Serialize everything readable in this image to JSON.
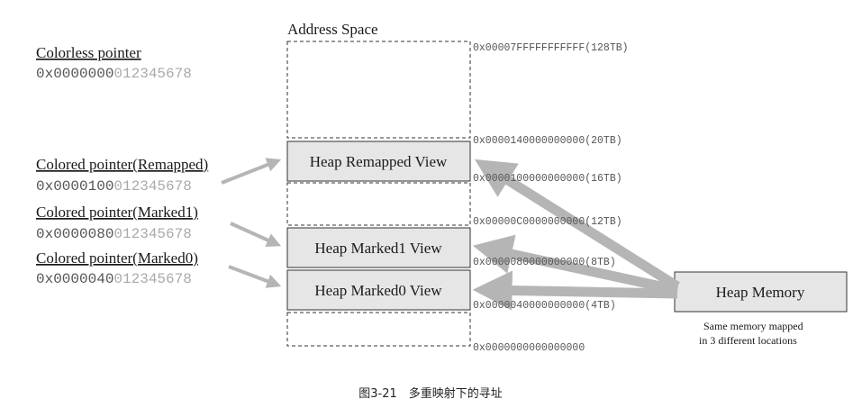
{
  "title": "Address Space",
  "pointers": {
    "colorless": {
      "label": "Colorless pointer",
      "prefix": "0x0000000",
      "value": "012345678"
    },
    "remapped": {
      "label": "Colored pointer(Remapped)",
      "prefix": "0x0000100",
      "value": "012345678"
    },
    "marked1": {
      "label": "Colored pointer(Marked1)",
      "prefix": "0x0000080",
      "value": "012345678"
    },
    "marked0": {
      "label": "Colored pointer(Marked0)",
      "prefix": "0x0000040",
      "value": "012345678"
    }
  },
  "views": {
    "remapped": "Heap Remapped View",
    "marked1": "Heap Marked1 View",
    "marked0": "Heap Marked0 View"
  },
  "addresses": {
    "a128": "0x00007FFFFFFFFFFF(128TB)",
    "a20": "0x0000140000000000(20TB)",
    "a16": "0x0000100000000000(16TB)",
    "a12": "0x00000C0000000000(12TB)",
    "a8": "0x0000080000000000(8TB)",
    "a4": "0x0000040000000000(4TB)",
    "a0": "0x0000000000000000"
  },
  "heap_memory": {
    "label": "Heap Memory",
    "note_line1": "Same memory mapped",
    "note_line2": "in 3 different locations"
  },
  "caption": "图3-21　多重映射下的寻址",
  "colors": {
    "view_fill": "#e6e6e6",
    "arrow": "#b5b5b5",
    "dark_digits": "#555555",
    "light_digits": "#aaaaaa"
  }
}
